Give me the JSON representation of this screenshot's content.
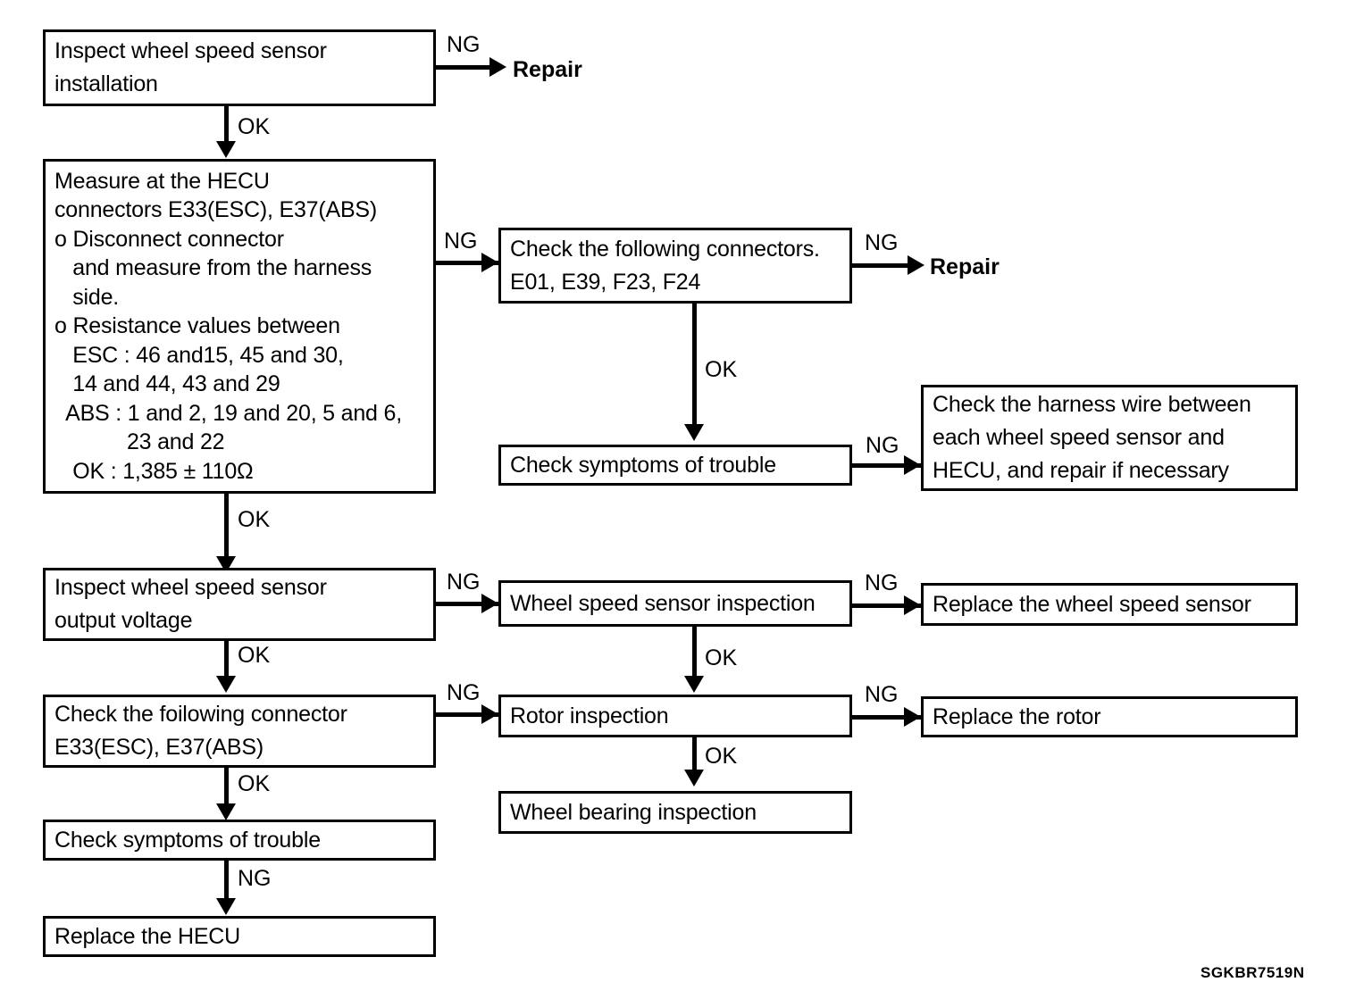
{
  "figure": {
    "code": "SGKBR7519N",
    "type": "troubleshooting-flowchart"
  },
  "nodes": {
    "inspect_installation": {
      "lines": [
        "Inspect wheel speed sensor",
        "installation"
      ]
    },
    "measure_hecu": {
      "lines": [
        "Measure at the HECU",
        "connectors E33(ESC), E37(ABS)",
        "o Disconnect connector",
        "   and measure from the harness",
        "   side.",
        "o Resistance values between",
        "   ESC : 46 and15, 45 and 30,",
        "   14 and 44, 43 and 29",
        "  ABS : 1 and 2, 19 and 20, 5 and 6,",
        "            23 and 22",
        "   OK : 1,385 ± 110Ω"
      ]
    },
    "check_connectors": {
      "lines": [
        "Check the following connectors.",
        "E01, E39, F23, F24"
      ]
    },
    "check_symptoms_mid": {
      "lines": [
        "Check symptoms of trouble"
      ]
    },
    "check_harness_wire": {
      "lines": [
        "Check the harness wire between",
        "each wheel speed sensor and",
        "HECU, and repair if necessary"
      ]
    },
    "inspect_output_voltage": {
      "lines": [
        "Inspect wheel speed sensor",
        "output voltage"
      ]
    },
    "wheel_speed_sensor_inspection": {
      "lines": [
        "Wheel speed sensor inspection"
      ]
    },
    "replace_wheel_speed_sensor": {
      "lines": [
        "Replace the wheel speed sensor"
      ]
    },
    "check_following_connector": {
      "lines": [
        "Check the foilowing connector",
        "E33(ESC), E37(ABS)"
      ]
    },
    "rotor_inspection": {
      "lines": [
        "Rotor inspection"
      ]
    },
    "replace_rotor": {
      "lines": [
        "Replace the rotor"
      ]
    },
    "wheel_bearing_inspection": {
      "lines": [
        "Wheel bearing inspection"
      ]
    },
    "check_symptoms_bottom": {
      "lines": [
        "Check symptoms of trouble"
      ]
    },
    "replace_hecu": {
      "lines": [
        "Replace the HECU"
      ]
    }
  },
  "terminals": {
    "repair_top": "Repair",
    "repair_mid": "Repair"
  },
  "edges": {
    "ng_1": "NG",
    "ok_1": "OK",
    "ng_2": "NG",
    "ng_3": "NG",
    "ok_3": "OK",
    "ng_4": "NG",
    "ok_2": "OK",
    "ng_5": "NG",
    "ng_6": "NG",
    "ok_5": "OK",
    "ok_6": "OK",
    "ng_7": "NG",
    "ng_8": "NG",
    "ok_7": "OK",
    "ok_8": "OK",
    "ng_9": "NG"
  },
  "colors": {
    "stroke": "#000000",
    "background": "#ffffff",
    "text": "#000000"
  }
}
